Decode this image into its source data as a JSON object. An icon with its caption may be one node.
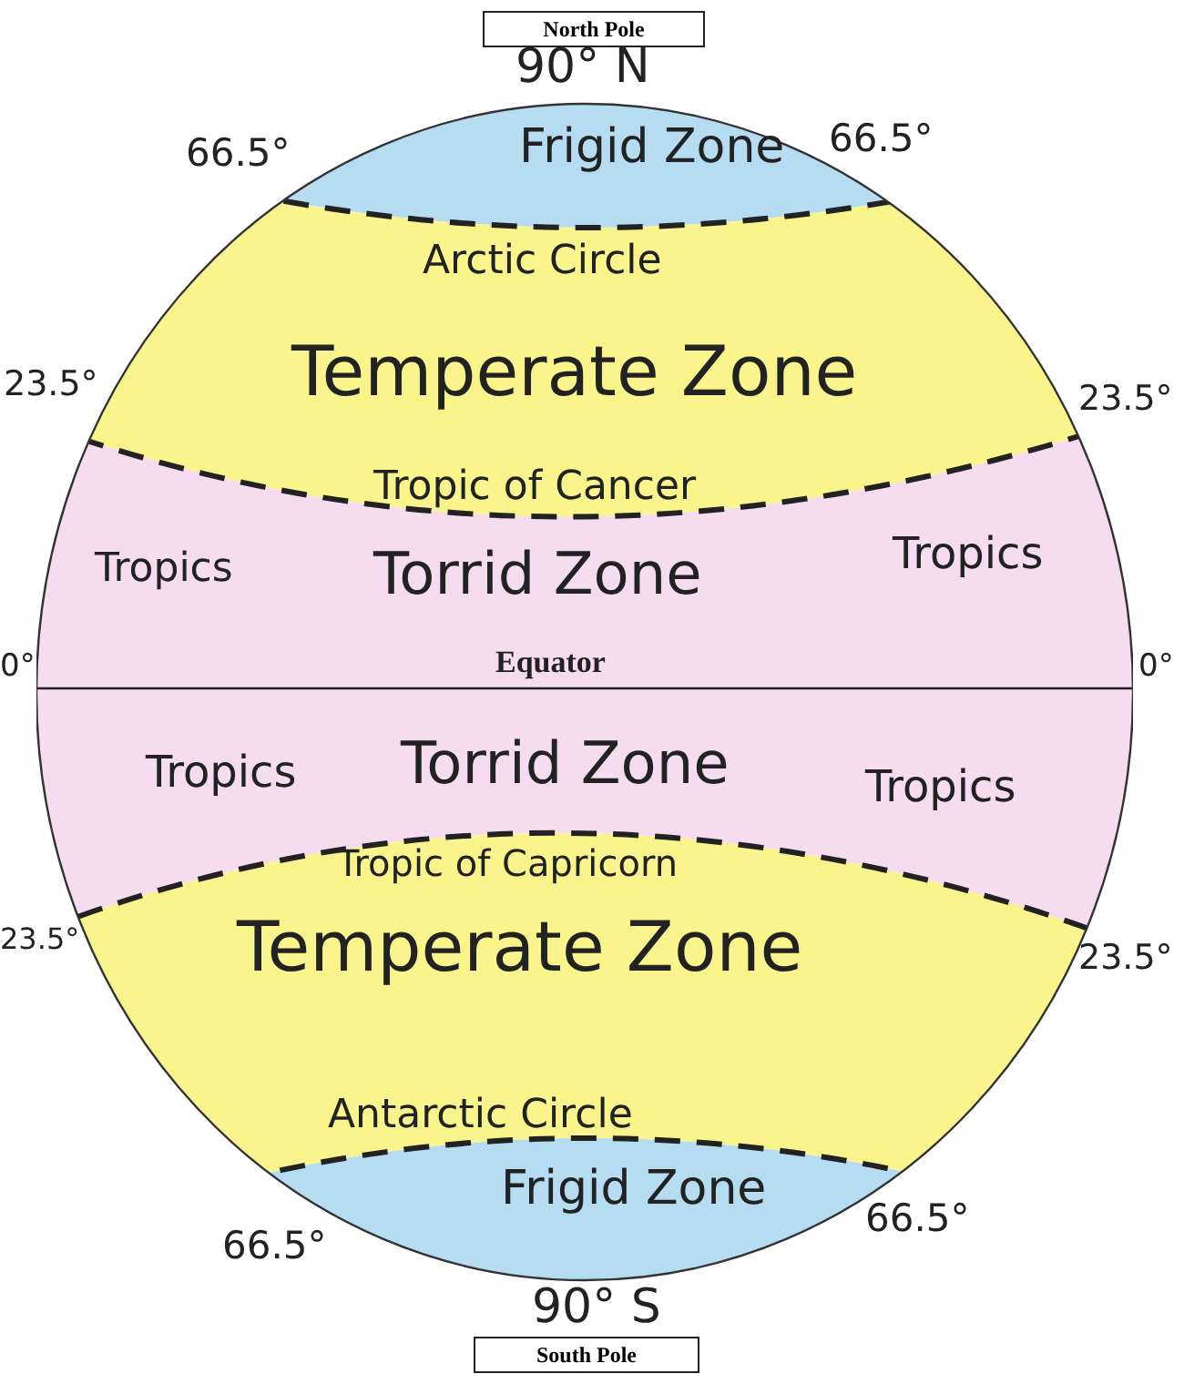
{
  "diagram": {
    "nodes": [
      {
        "text": [
          "North Pole"
        ]
      },
      {
        "text": [
          "Frigid Zone"
        ]
      },
      {
        "text": [
          "Temperate Zone"
        ]
      },
      {
        "text": [
          "Tropics",
          "Torrid Zone",
          "Tropics"
        ]
      },
      {
        "text": [
          "Tropics",
          "Torrid Zone",
          "Tropics"
        ]
      },
      {
        "text": [
          "Temperate Zone"
        ]
      },
      {
        "text": [
          "Frigid Zone"
        ]
      },
      {
        "text": [
          "South Pole"
        ]
      }
    ],
    "labels": [
      "90° N",
      "66.5°",
      "66.5°",
      "Arctic Circle",
      "23.5°",
      "23.5°",
      "Tropic of Cancer",
      "0°",
      "Equator",
      "0°",
      "Tropic of Capricorn",
      "23.5°",
      "23.5°",
      "Antarctic Circle",
      "66.5°",
      "66.5°",
      "90° S"
    ]
  }
}
